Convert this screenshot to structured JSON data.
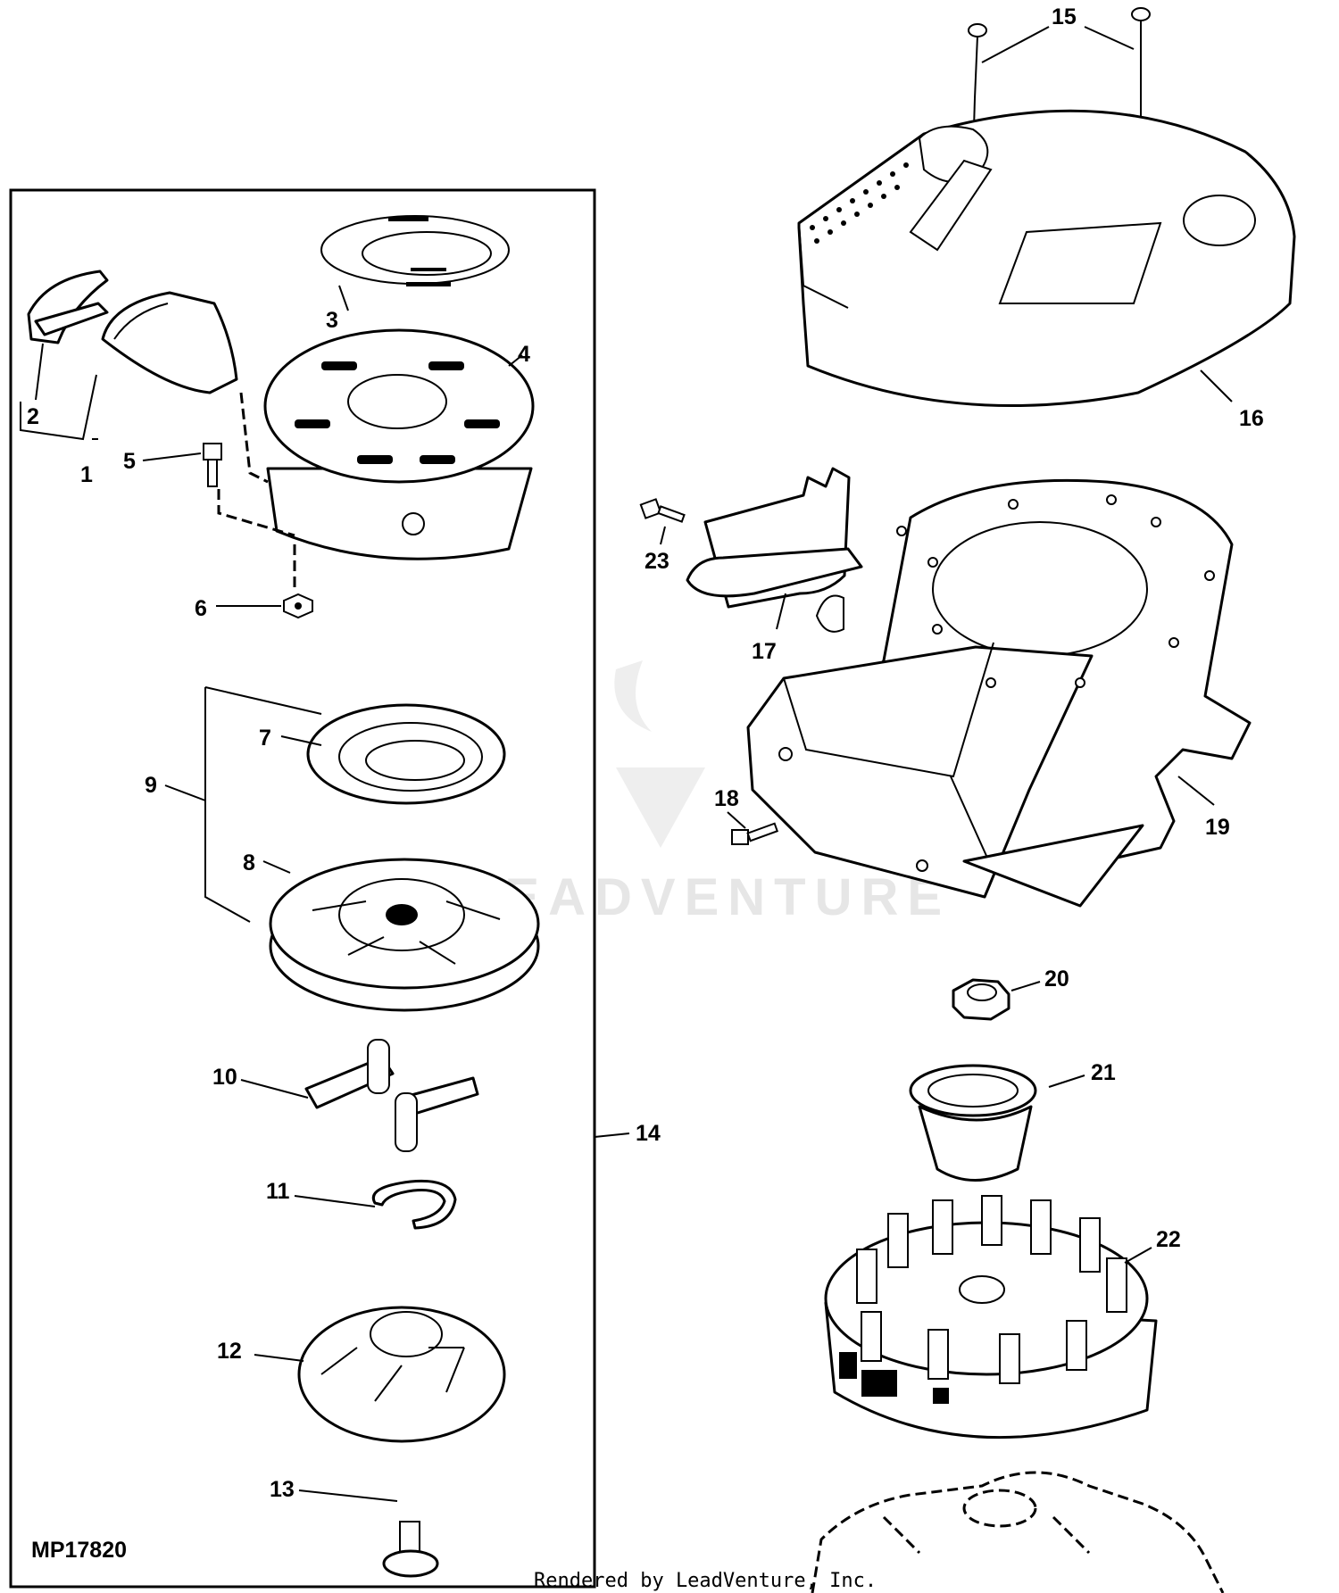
{
  "diagram": {
    "figure_code": "MP17820",
    "render_credit": "Rendered by LeadVenture, Inc.",
    "watermark": "LEADVENTURE",
    "colors": {
      "line": "#000000",
      "background": "#ffffff",
      "watermark": "#e6e6e6"
    },
    "callouts": [
      "1",
      "2",
      "3",
      "4",
      "5",
      "6",
      "7",
      "8",
      "9",
      "10",
      "11",
      "12",
      "13",
      "14",
      "15",
      "16",
      "17",
      "18",
      "19",
      "20",
      "21",
      "22",
      "23"
    ]
  }
}
